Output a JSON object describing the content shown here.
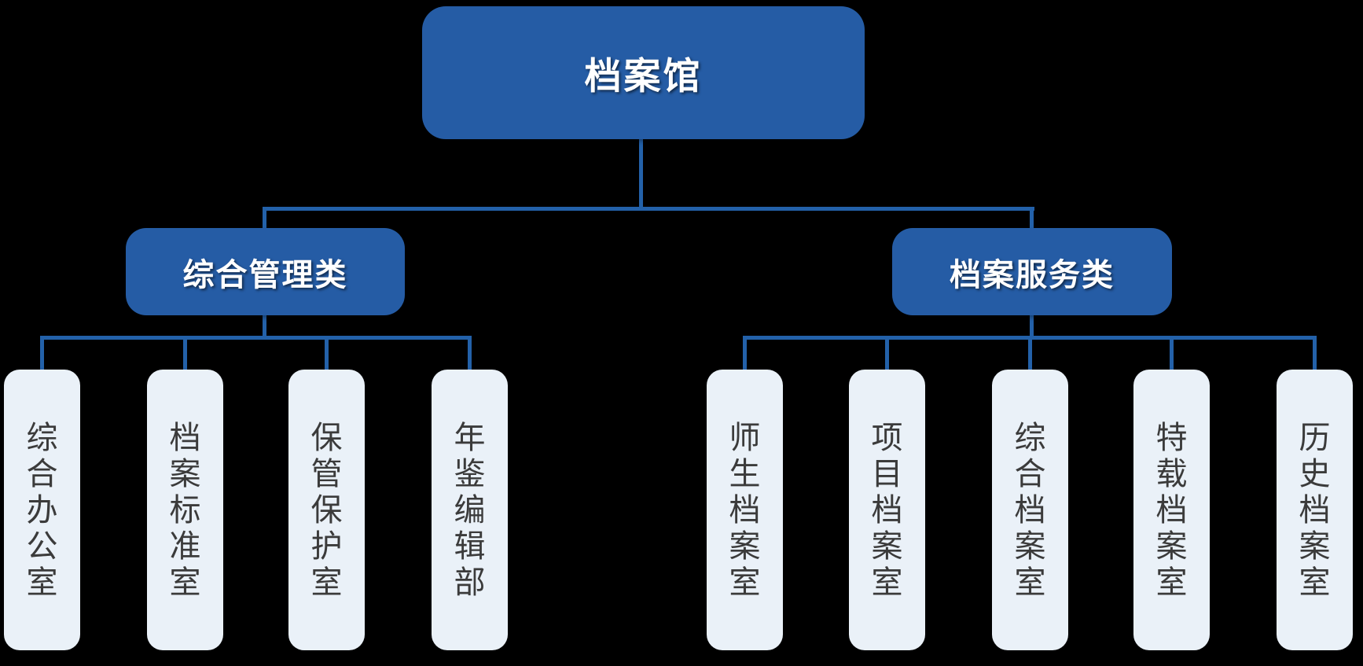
{
  "diagram": {
    "type": "org-chart",
    "tree": {
      "root": {
        "label": "档案馆"
      },
      "groups": [
        {
          "label": "综合管理类",
          "children": [
            "综合办公室",
            "档案标准室",
            "保管保护室",
            "年鉴编辑部"
          ]
        },
        {
          "label": "档案服务类",
          "children": [
            "师生档案室",
            "项目档案室",
            "综合档案室",
            "特载档案室",
            "历史档案室"
          ]
        }
      ]
    },
    "colors": {
      "background": "#000000",
      "node_fill": "#255CA5",
      "node_text": "#FFFFFF",
      "leaf_fill": "#EAF1F8",
      "leaf_text": "#3B3B3B",
      "connector_line": "#2361A9"
    }
  }
}
